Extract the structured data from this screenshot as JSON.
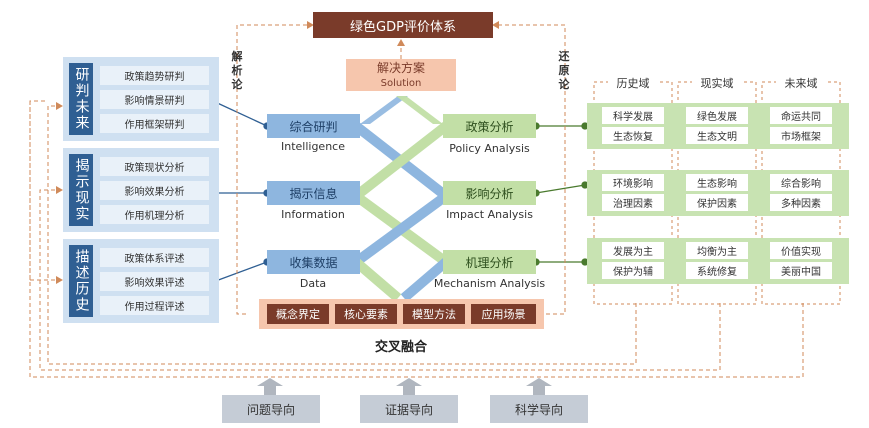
{
  "top": {
    "title": "绿色GDP评价体系"
  },
  "solution": {
    "zh": "解决方案",
    "en": "Solution"
  },
  "left_side_label": "解析论",
  "right_side_label": "还原论",
  "groups": [
    {
      "title": "研判未来",
      "items": [
        "政策趋势研判",
        "影响情景研判",
        "作用框架研判"
      ]
    },
    {
      "title": "揭示现实",
      "items": [
        "政策现状分析",
        "影响效果分析",
        "作用机理分析"
      ]
    },
    {
      "title": "描述历史",
      "items": [
        "政策体系评述",
        "影响效果评述",
        "作用过程评述"
      ]
    }
  ],
  "left_nodes": [
    {
      "zh": "综合研判",
      "en": "Intelligence"
    },
    {
      "zh": "揭示信息",
      "en": "Information"
    },
    {
      "zh": "收集数据",
      "en": "Data"
    }
  ],
  "right_nodes": [
    {
      "zh": "政策分析",
      "en": "Policy Analysis"
    },
    {
      "zh": "影响分析",
      "en": "Impact Analysis"
    },
    {
      "zh": "机理分析",
      "en": "Mechanism Analysis"
    }
  ],
  "bottom_items": [
    "概念界定",
    "核心要素",
    "模型方法",
    "应用场景"
  ],
  "bottom_label": "交叉融合",
  "domains": [
    {
      "title": "历史域",
      "rows": [
        [
          "科学发展",
          "生态恢复"
        ],
        [
          "环境影响",
          "治理因素"
        ],
        [
          "发展为主",
          "保护为辅"
        ]
      ]
    },
    {
      "title": "现实域",
      "rows": [
        [
          "绿色发展",
          "生态文明"
        ],
        [
          "生态影响",
          "保护因素"
        ],
        [
          "均衡为主",
          "系统修复"
        ]
      ]
    },
    {
      "title": "未来域",
      "rows": [
        [
          "命运共同",
          "市场框架"
        ],
        [
          "综合影响",
          "多种因素"
        ],
        [
          "价值实现",
          "美丽中国"
        ]
      ]
    }
  ],
  "guides": [
    "问题导向",
    "证据导向",
    "科学导向"
  ],
  "colors": {
    "dark_brown": "#7a3b2a",
    "salmon": "#f6c6ad",
    "blue_dark": "#2f5f93",
    "blue_light": "#8eb6df",
    "green_light": "#c2dfa6",
    "green_dark": "#4a7a2e",
    "dash": "#d08a5a"
  }
}
